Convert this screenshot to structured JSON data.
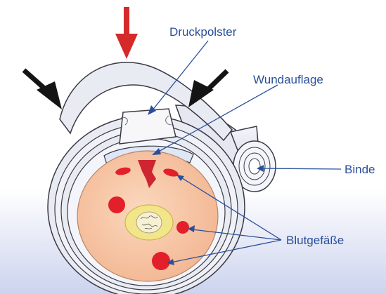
{
  "labels": {
    "pressure_pad": "Druckpolster",
    "wound_dressing": "Wundauflage",
    "bandage": "Binde",
    "blood_vessels": "Blutgefäße"
  },
  "colors": {
    "label_text": "#2a4f9a",
    "leader_line": "#2a4f9a",
    "arrow_red": "#d42a2a",
    "arrow_black": "#141414",
    "bandage_fill": "#e9ebf3",
    "bandage_stroke": "#3a3a46",
    "tissue": "#f7c6a3",
    "vessel": "#e3202a",
    "bone_ring": "#f2e58a"
  },
  "icons": [
    "red-pressure-arrow-icon",
    "black-pressure-arrow-icon",
    "bandage-roll-icon"
  ]
}
